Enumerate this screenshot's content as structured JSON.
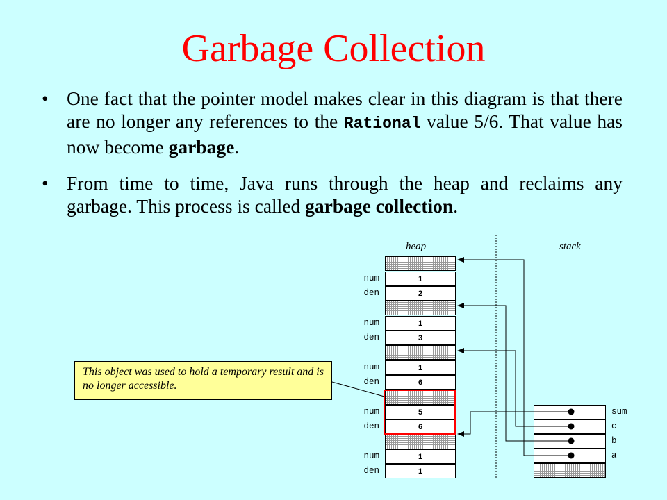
{
  "title": "Garbage Collection",
  "bullets": {
    "b1": {
      "t1": "One fact that the pointer model makes clear in this diagram is that there are no longer any references to the ",
      "code": "Rational",
      "t2": " value 5/6.  That value has now become ",
      "bold": "garbage",
      "t3": "."
    },
    "b2": {
      "t1": "From time to time, Java runs through the heap and reclaims any garbage.  This process is called ",
      "bold": "garbage collection",
      "t2": "."
    }
  },
  "diagram": {
    "heap_label": "heap",
    "stack_label": "stack",
    "field_num": "num",
    "field_den": "den",
    "objects": [
      {
        "num": "1",
        "den": "2"
      },
      {
        "num": "1",
        "den": "3"
      },
      {
        "num": "1",
        "den": "6"
      },
      {
        "num": "5",
        "den": "6"
      },
      {
        "num": "1",
        "den": "1"
      }
    ],
    "stack_vars": [
      "sum",
      "c",
      "b",
      "a"
    ],
    "callout": "This object was used to hold a temporary result and is no longer accessible."
  }
}
